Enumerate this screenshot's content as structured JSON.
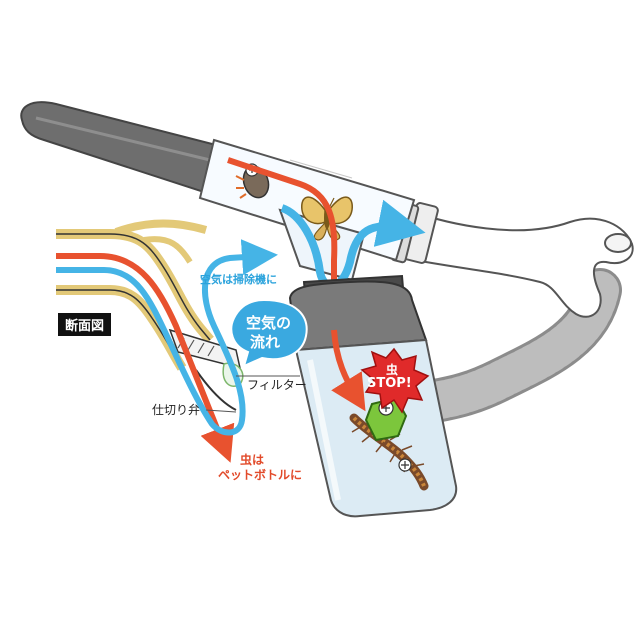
{
  "labels": {
    "section": "断面図",
    "airflow_to_vacuum": "空気は掃除機に",
    "filter": "フィルター",
    "valve": "仕切り弁",
    "bugs_line1": "虫は",
    "bugs_line2": "ペットボトルに",
    "air_bubble_line1": "空気の",
    "air_bubble_line2": "流れ",
    "stop_line1": "虫",
    "stop_line2": "STOP!"
  },
  "colors": {
    "air_flow": "#45b4e6",
    "bug_flow": "#e8522f",
    "attachment_outline": "#e3c978",
    "nozzle_grey": "#6e6e6e",
    "hose_grey": "#b8b8b8",
    "bottle_tint": "#dcebf4",
    "stop_burst": "#e02a2a"
  }
}
